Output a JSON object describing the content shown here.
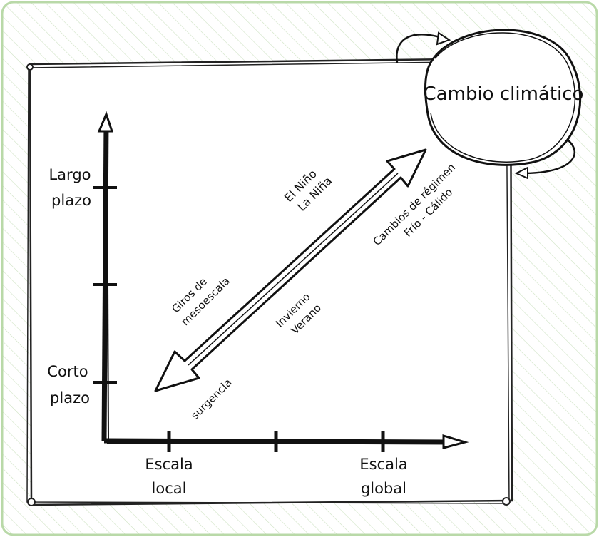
{
  "diagram": {
    "node": {
      "label": "Cambio climático"
    },
    "y_axis": {
      "top_label": [
        "Largo",
        "plazo"
      ],
      "bottom_label": [
        "Corto",
        "plazo"
      ]
    },
    "x_axis": {
      "left_label": [
        "Escala",
        "local"
      ],
      "right_label": [
        "Escala",
        "global"
      ]
    },
    "annotations": {
      "nino": [
        "El Niño",
        "La Niña"
      ],
      "regimen": [
        "Cambios de régimen",
        "Frío - Cálido"
      ],
      "giros": [
        "Giros de",
        "mesoescala"
      ],
      "invierno": [
        "Invierno",
        "Verano"
      ],
      "surgencia": "surgencia"
    },
    "colors": {
      "frame_outer": "#b9d9a8",
      "stroke": "#111111",
      "hatch": "#cfe3c4"
    }
  }
}
